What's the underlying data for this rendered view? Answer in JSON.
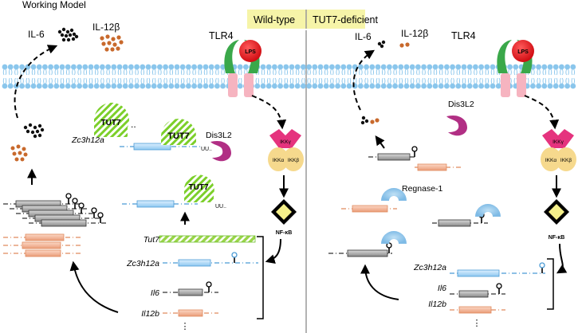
{
  "title": "Working Model",
  "banner": {
    "left": "Wild-type",
    "right": "TUT7-deficient"
  },
  "left": {
    "il6": "IL-6",
    "il12b": "IL-12β",
    "tlr4": "TLR4",
    "lps": "LPS",
    "tut7_free": "TUT7",
    "tut7_dots": "..",
    "tut7_bound1": "TUT7",
    "tut7_bound2": "TUT7",
    "zc3h12a_top": "Zc3h12a",
    "uu1": "UU..",
    "uu2": "UU..",
    "dis3l2": "Dis3L2",
    "ikkg": "IKKγ",
    "ikka": "IKKα",
    "ikkb": "IKKβ",
    "nfkb": "NF-κB",
    "genes": [
      "Tut7",
      "Zc3h12a",
      "Il6",
      "Il12b",
      "⋮"
    ]
  },
  "right": {
    "il6": "IL-6",
    "il12b": "IL-12β",
    "tlr4": "TLR4",
    "lps": "LPS",
    "dis3l2": "Dis3L2",
    "regnase": "Regnase-1",
    "ikkg": "IKKγ",
    "ikka": "IKKα",
    "ikkb": "IKKβ",
    "nfkb": "NF-κB",
    "genes": [
      "Zc3h12a",
      "Il6",
      "Il12b",
      "⋮"
    ]
  },
  "colors": {
    "tut7_green": "#7ccf2a",
    "membrane_blue": "#8ac6ec",
    "lps_red": "#e8141b",
    "tlr4_green": "#3aa84a",
    "ikk_pink": "#e5337e",
    "ikk_yellow": "#f6d98d",
    "nfkb_yellow": "#f5f08a",
    "dis3l2_purple": "#b12f84",
    "mrna_blue": "#4b9bd5",
    "mrna_gray": "#6b6b6b",
    "mrna_orange": "#e08a5e",
    "banner_yellow": "#f6f4a8"
  }
}
